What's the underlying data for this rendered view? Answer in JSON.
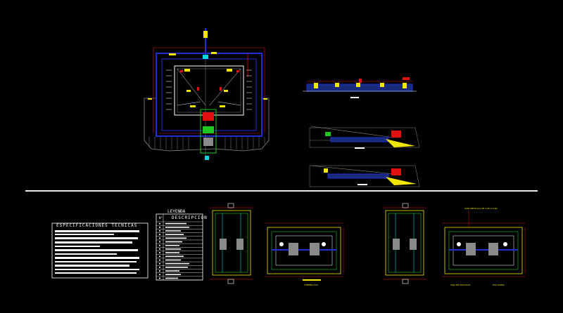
{
  "drawing": {
    "background": "#000000",
    "colors": {
      "frame_blue": "#1f2fd6",
      "dim_red": "#e01010",
      "accent_yellow": "#f2e600",
      "pipe_green": "#1ec81e",
      "cyan": "#00d8e0",
      "white": "#ffffff",
      "gray": "#8a8a8a",
      "magenta": "#d020d0"
    }
  },
  "specs": {
    "title": "ESPECIFICACIONES TECNICAS"
  },
  "legend": {
    "title": "LEYENDA",
    "col_number": "N°",
    "col_description": "DESCRIPCION",
    "row_count": 16
  },
  "details": {
    "tapa_label": "TAPA METALICA DE 0.60 X 0.60",
    "caja_label": "CAJA DE VALVULAS",
    "tub_label_1": "TUBERIA PVC",
    "tub_label_2": "PVC SIGMA"
  }
}
